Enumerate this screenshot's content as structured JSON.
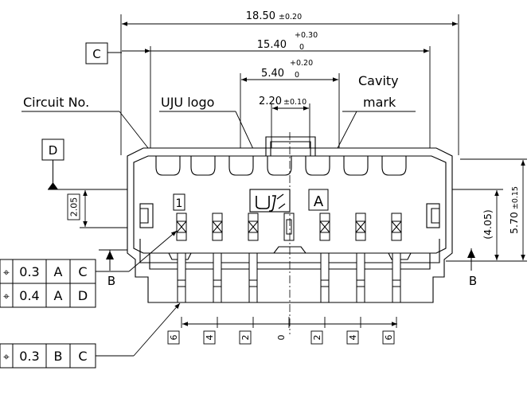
{
  "dimensions": {
    "overall": "18.50",
    "overall_tol": "±0.20",
    "width_1540": "15.40",
    "width_1540_tol_upper": "+0.30",
    "width_1540_tol_lower": "0",
    "width_540": "5.40",
    "width_540_tol_upper": "+0.20",
    "width_540_tol_lower": "0",
    "width_220": "2.20",
    "width_220_tol": "±0.10",
    "height_570": "5.70",
    "height_570_tol": "±0.15",
    "height_405": "(4.05)",
    "height_205": "2.05"
  },
  "callouts": {
    "circuit_no": "Circuit No.",
    "uju_logo": "UJU logo",
    "cavity_line1": "Cavity",
    "cavity_line2": "mark"
  },
  "datums": {
    "c": "C",
    "d": "D",
    "b_left": "B",
    "b_right": "B"
  },
  "marks": {
    "circuit_number": "1",
    "cavity_letter": "A"
  },
  "pitch_labels": [
    "6",
    "4",
    "2",
    "0",
    "2",
    "4",
    "6"
  ],
  "tolerance_frames": [
    {
      "symbol": "⌖",
      "value": "0.3",
      "datum1": "A",
      "datum2": "C"
    },
    {
      "symbol": "⌖",
      "value": "0.4",
      "datum1": "A",
      "datum2": "D"
    },
    {
      "symbol": "⌖",
      "value": "0.3",
      "datum1": "B",
      "datum2": "C"
    }
  ]
}
